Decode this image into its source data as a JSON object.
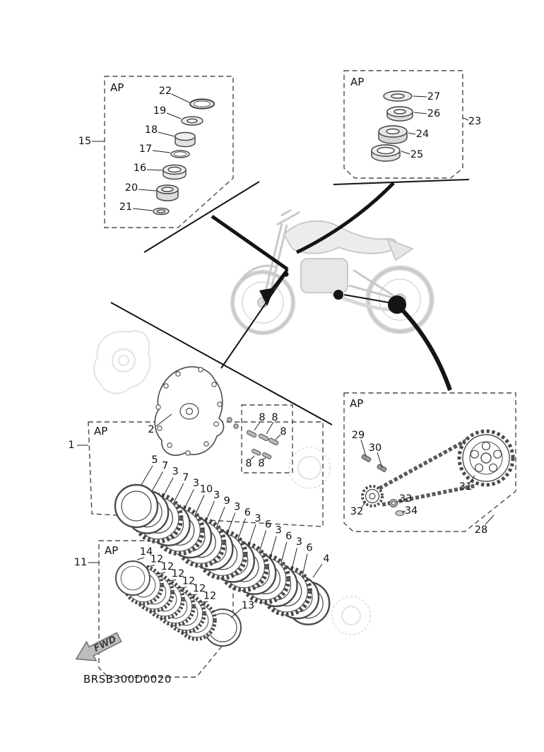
{
  "drawing_code": "BRSB300D0020",
  "fwd_label": "FWD",
  "colors": {
    "ink": "#141414",
    "ghost": "#e3e3e3"
  },
  "panels": {
    "steering": {
      "ap_label": "AP",
      "ref": "15"
    },
    "head_bearing": {
      "ap_label": "AP",
      "ref": "23"
    },
    "clutch": {
      "ap_label": "AP",
      "ref": "1"
    },
    "plates": {
      "ap_label": "AP",
      "ref": "11"
    },
    "chain": {
      "ap_label": "AP",
      "ref": "28"
    }
  },
  "callouts": {
    "steering": [
      "22",
      "19",
      "18",
      "17",
      "16",
      "20",
      "21"
    ],
    "head_bearing": [
      "27",
      "26",
      "24",
      "25"
    ],
    "clutch_cover": [
      "2"
    ],
    "clutch_small_parts": [
      "8",
      "8",
      "8",
      "8",
      "8"
    ],
    "clutch_stack": [
      "5",
      "7",
      "3",
      "7",
      "3",
      "10",
      "3",
      "9",
      "3",
      "6",
      "3",
      "6",
      "3",
      "6",
      "3",
      "6",
      "4"
    ],
    "plate_stack": [
      "14",
      "12",
      "12",
      "12",
      "12",
      "12",
      "12",
      "13"
    ],
    "chain": [
      "29",
      "30",
      "31",
      "32",
      "33",
      "34"
    ]
  }
}
